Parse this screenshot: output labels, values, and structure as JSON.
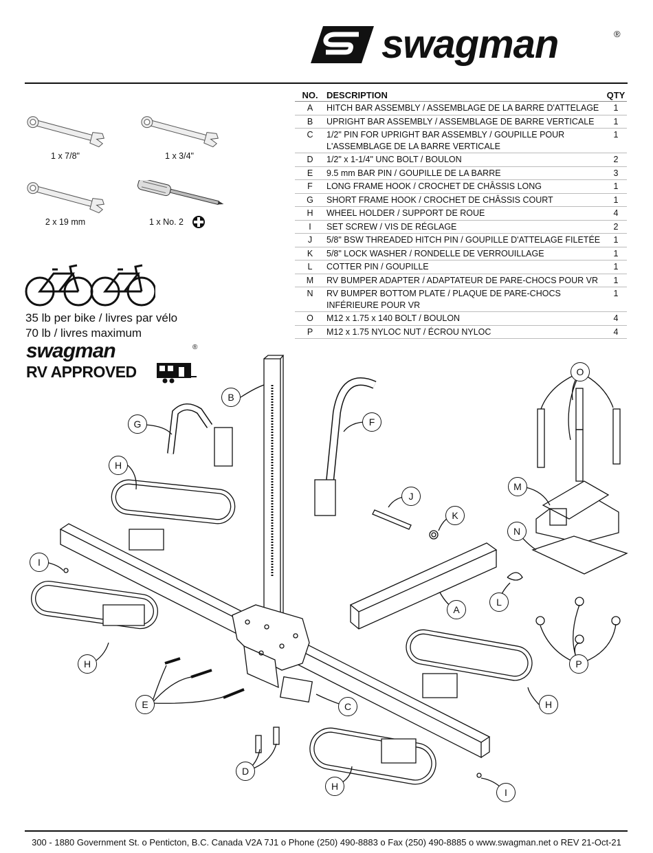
{
  "brand": {
    "name": "swagman",
    "registered": "®"
  },
  "table": {
    "headers": {
      "no": "NO.",
      "description": "DESCRIPTION",
      "qty": "QTY"
    },
    "rows": [
      {
        "no": "A",
        "description": "HITCH BAR ASSEMBLY / ASSEMBLAGE DE LA BARRE D'ATTELAGE",
        "qty": "1"
      },
      {
        "no": "B",
        "description": "UPRIGHT BAR ASSEMBLY / ASSEMBLAGE DE BARRE VERTICALE",
        "qty": "1"
      },
      {
        "no": "C",
        "description": "1/2\" PIN FOR UPRIGHT BAR ASSEMBLY / GOUPILLE POUR L'ASSEMBLAGE DE LA BARRE VERTICALE",
        "qty": "1"
      },
      {
        "no": "D",
        "description": "1/2\" x 1-1/4\" UNC BOLT / BOULON",
        "qty": "2"
      },
      {
        "no": "E",
        "description": "9.5 mm BAR PIN / GOUPILLE DE LA BARRE",
        "qty": "3"
      },
      {
        "no": "F",
        "description": "LONG FRAME HOOK / CROCHET DE CHÂSSIS LONG",
        "qty": "1"
      },
      {
        "no": "G",
        "description": "SHORT FRAME HOOK / CROCHET DE CHÂSSIS COURT",
        "qty": "1"
      },
      {
        "no": "H",
        "description": "WHEEL HOLDER / SUPPORT DE ROUE",
        "qty": "4"
      },
      {
        "no": "I",
        "description": "SET SCREW / VIS DE RÉGLAGE",
        "qty": "2"
      },
      {
        "no": "J",
        "description": "5/8\" BSW THREADED HITCH PIN / GOUPILLE D'ATTELAGE FILETÉE",
        "qty": "1"
      },
      {
        "no": "K",
        "description": "5/8\" LOCK WASHER / RONDELLE DE VERROUILLAGE",
        "qty": "1"
      },
      {
        "no": "L",
        "description": "COTTER PIN / GOUPILLE",
        "qty": "1"
      },
      {
        "no": "M",
        "description": "RV BUMPER ADAPTER / ADAPTATEUR DE PARE-CHOCS POUR VR",
        "qty": "1"
      },
      {
        "no": "N",
        "description": "RV BUMPER BOTTOM PLATE / PLAQUE DE PARE-CHOCS INFÉRIEURE POUR VR",
        "qty": "1"
      },
      {
        "no": "O",
        "description": "M12 x 1.75 x 140 BOLT / BOULON",
        "qty": "4"
      },
      {
        "no": "P",
        "description": "M12 x 1.75 NYLOC NUT / ÉCROU NYLOC",
        "qty": "4"
      }
    ]
  },
  "tools": [
    {
      "label": "1 x 7/8\"",
      "icon": "wrench-icon"
    },
    {
      "label": "1 x 3/4\"",
      "icon": "wrench-icon"
    },
    {
      "label": "2 x 19 mm",
      "icon": "wrench-icon"
    },
    {
      "label": "1 x No. 2",
      "icon": "screwdriver-icon"
    }
  ],
  "capacity": {
    "per_bike": "35 lb per bike / livres par vélo",
    "maximum": "70 lb / livres maximum"
  },
  "rv_badge": {
    "brand": "swagman",
    "registered": "®",
    "approved": "RV APPROVED"
  },
  "callouts": [
    "A",
    "B",
    "C",
    "D",
    "E",
    "F",
    "G",
    "H",
    "I",
    "J",
    "K",
    "L",
    "M",
    "N",
    "O",
    "P"
  ],
  "footer": "300 - 1880 Government St. o Penticton, B.C. Canada V2A 7J1 o Phone (250) 490-8883 o Fax (250) 490-8885 o www.swagman.net o REV 21-Oct-21"
}
